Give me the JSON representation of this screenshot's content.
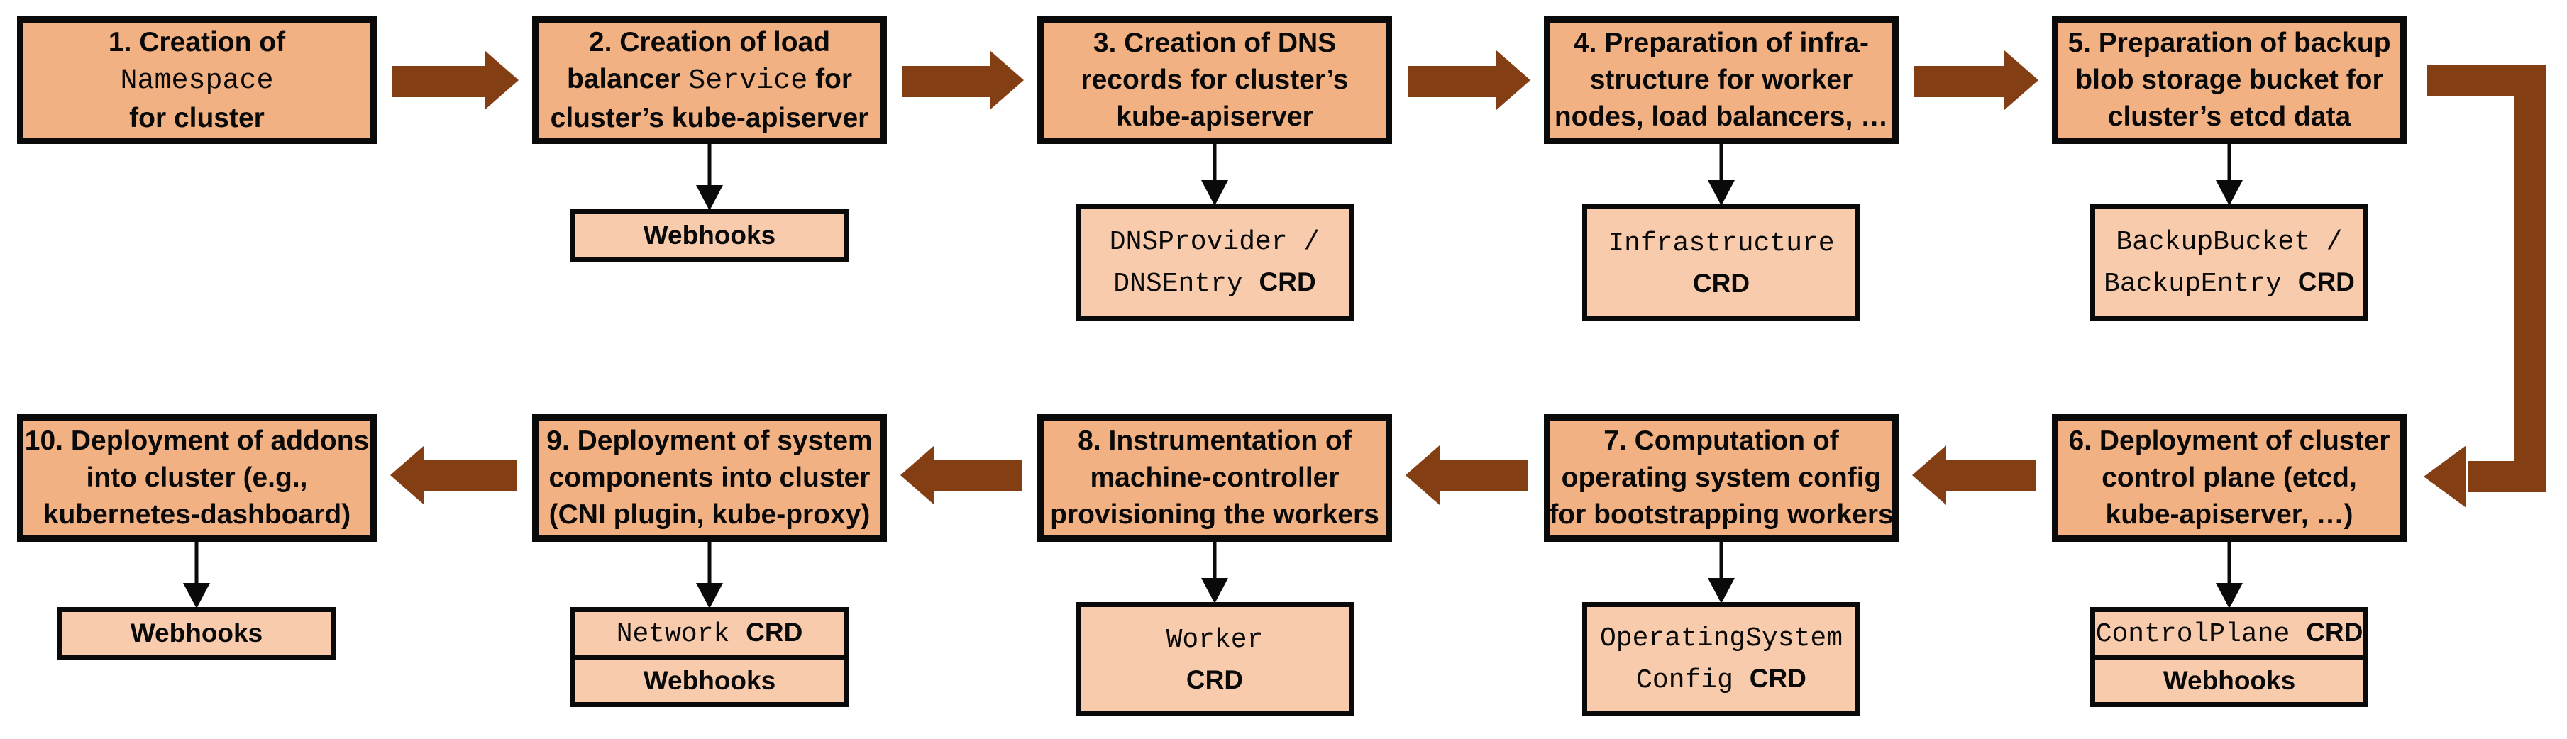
{
  "colors": {
    "step_box_fill": "#F2B183",
    "sub_box_fill": "#F8CBAD",
    "flow_arrow_brown": "#843E14",
    "connector_black": "#0a0a0a",
    "border_black": "#0a0a0a",
    "background": "#ffffff"
  },
  "flow": {
    "sequence": [
      1,
      2,
      3,
      4,
      5,
      6,
      7,
      8,
      9,
      10
    ],
    "row1_steps": [
      1,
      2,
      3,
      4,
      5
    ],
    "row1_direction": "right",
    "row2_steps": [
      6,
      7,
      8,
      9,
      10
    ],
    "row2_direction": "left",
    "connections": [
      {
        "from": 1,
        "to": 2,
        "type": "straight"
      },
      {
        "from": 2,
        "to": 3,
        "type": "straight"
      },
      {
        "from": 3,
        "to": 4,
        "type": "straight"
      },
      {
        "from": 4,
        "to": 5,
        "type": "straight"
      },
      {
        "from": 5,
        "to": 6,
        "type": "elbow-right-down"
      },
      {
        "from": 6,
        "to": 7,
        "type": "straight"
      },
      {
        "from": 7,
        "to": 8,
        "type": "straight"
      },
      {
        "from": 8,
        "to": 9,
        "type": "straight"
      },
      {
        "from": 9,
        "to": 10,
        "type": "straight"
      }
    ]
  },
  "steps": [
    {
      "num": 1,
      "lines": [
        [
          "1. Creation of"
        ],
        [
          "Namespace"
        ],
        [
          "for cluster"
        ]
      ],
      "sub": {
        "boxes": []
      }
    },
    {
      "num": 2,
      "lines": [
        [
          "2. Creation of load"
        ],
        [
          "balancer ",
          "Service",
          " for"
        ],
        [
          "cluster’s kube-apiserver"
        ]
      ],
      "sub": {
        "boxes": [
          {
            "lines": [
              [
                "Webhooks"
              ]
            ]
          }
        ]
      }
    },
    {
      "num": 3,
      "lines": [
        [
          "3. Creation of DNS"
        ],
        [
          "records for cluster’s"
        ],
        [
          "kube-apiserver"
        ]
      ],
      "sub": {
        "boxes": [
          {
            "lines": [
              [
                "DNSProvider /"
              ],
              [
                "DNSEntry ",
                "CRD"
              ]
            ]
          }
        ]
      }
    },
    {
      "num": 4,
      "lines": [
        [
          "4. Preparation of infra-"
        ],
        [
          "structure for worker"
        ],
        [
          "nodes, load balancers, …"
        ]
      ],
      "sub": {
        "boxes": [
          {
            "lines": [
              [
                "Infrastructure"
              ],
              [
                "CRD"
              ]
            ]
          }
        ]
      }
    },
    {
      "num": 5,
      "lines": [
        [
          "5. Preparation of backup"
        ],
        [
          "blob storage bucket for"
        ],
        [
          "cluster’s etcd data"
        ]
      ],
      "sub": {
        "boxes": [
          {
            "lines": [
              [
                "BackupBucket /"
              ],
              [
                "BackupEntry ",
                "CRD"
              ]
            ]
          }
        ]
      }
    },
    {
      "num": 6,
      "lines": [
        [
          "6. Deployment of cluster"
        ],
        [
          "control plane (etcd,"
        ],
        [
          "kube-apiserver, …)"
        ]
      ],
      "sub": {
        "boxes": [
          {
            "lines": [
              [
                "ControlPlane ",
                "CRD"
              ]
            ]
          },
          {
            "lines": [
              [
                "Webhooks"
              ]
            ]
          }
        ]
      }
    },
    {
      "num": 7,
      "lines": [
        [
          "7. Computation of"
        ],
        [
          "operating system config"
        ],
        [
          "for bootstrapping workers"
        ]
      ],
      "sub": {
        "boxes": [
          {
            "lines": [
              [
                "OperatingSystem"
              ],
              [
                "Config ",
                "CRD"
              ]
            ]
          }
        ]
      }
    },
    {
      "num": 8,
      "lines": [
        [
          "8. Instrumentation of"
        ],
        [
          "machine-controller"
        ],
        [
          "provisioning the workers"
        ]
      ],
      "sub": {
        "boxes": [
          {
            "lines": [
              [
                "Worker"
              ],
              [
                "CRD"
              ]
            ]
          }
        ]
      }
    },
    {
      "num": 9,
      "lines": [
        [
          "9. Deployment of system"
        ],
        [
          "components into cluster"
        ],
        [
          "(CNI plugin, kube-proxy)"
        ]
      ],
      "sub": {
        "boxes": [
          {
            "lines": [
              [
                "Network ",
                "CRD"
              ]
            ]
          },
          {
            "lines": [
              [
                "Webhooks"
              ]
            ]
          }
        ]
      }
    },
    {
      "num": 10,
      "lines": [
        [
          "10. Deployment of addons"
        ],
        [
          "into cluster (e.g.,"
        ],
        [
          "kubernetes-dashboard)"
        ]
      ],
      "sub": {
        "boxes": [
          {
            "lines": [
              [
                "Webhooks"
              ]
            ]
          }
        ]
      }
    }
  ]
}
